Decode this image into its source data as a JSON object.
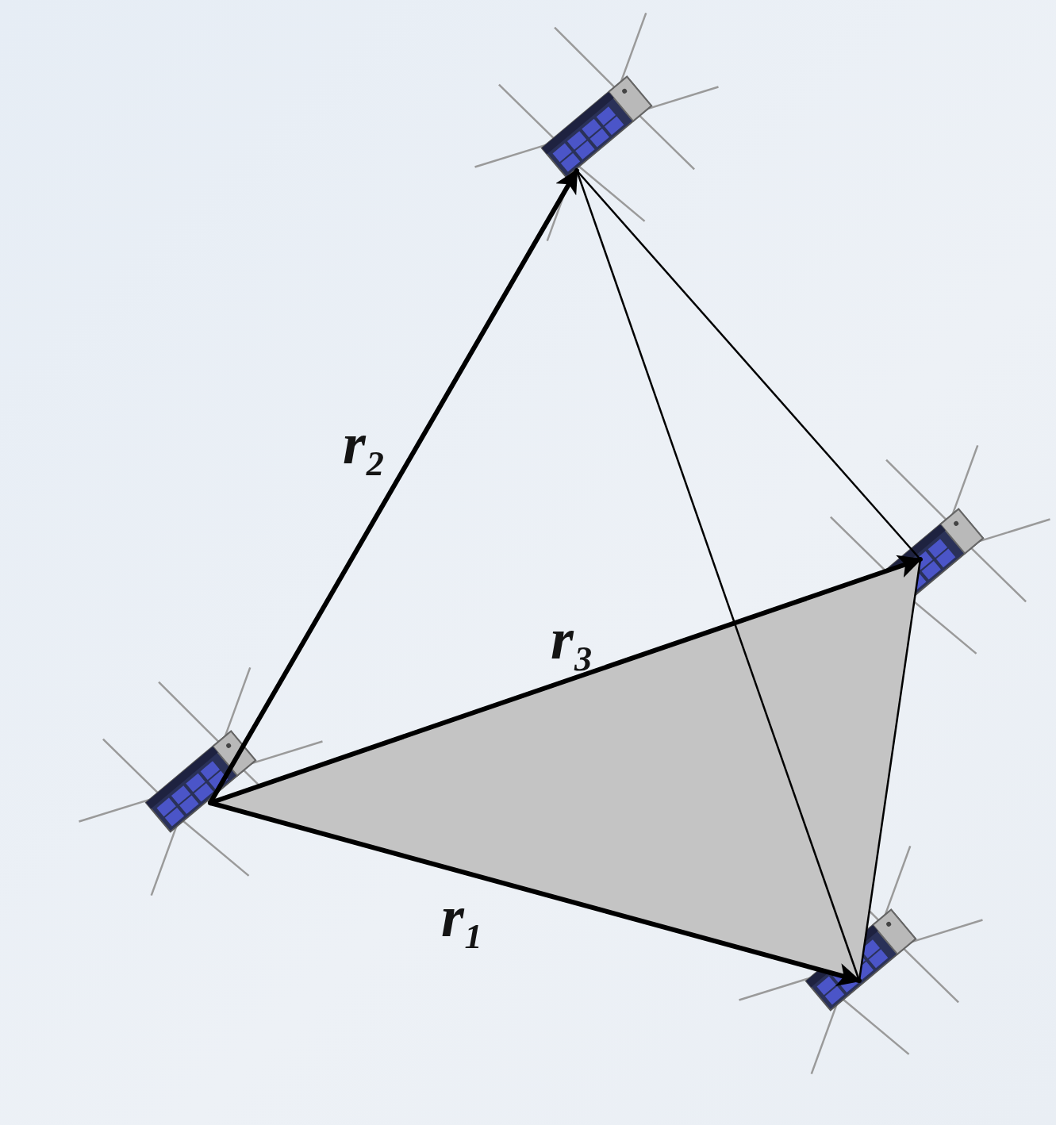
{
  "diagram": {
    "labels": [
      "r₂",
      "r₃",
      "r₁"
    ]
  }
}
